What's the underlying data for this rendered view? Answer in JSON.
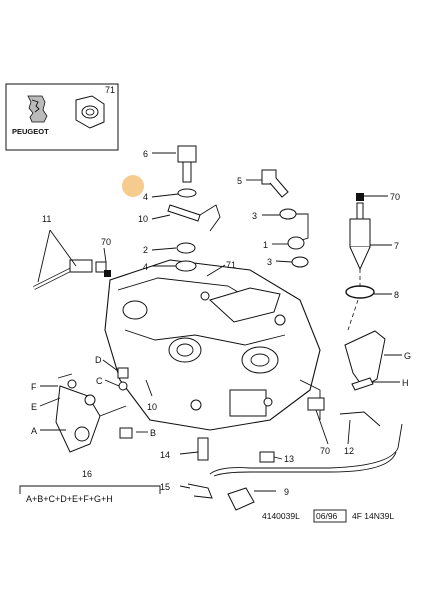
{
  "brand": {
    "name": "PEUGEOT"
  },
  "inset_label": "71",
  "callouts": [
    {
      "id": "c6",
      "text": "6"
    },
    {
      "id": "c4a",
      "text": "4"
    },
    {
      "id": "c10a",
      "text": "10"
    },
    {
      "id": "c2",
      "text": "2"
    },
    {
      "id": "c4b",
      "text": "4"
    },
    {
      "id": "c11",
      "text": "11"
    },
    {
      "id": "c70a",
      "text": "70"
    },
    {
      "id": "c71",
      "text": "71"
    },
    {
      "id": "c5",
      "text": "5"
    },
    {
      "id": "c3a",
      "text": "3"
    },
    {
      "id": "c1",
      "text": "1"
    },
    {
      "id": "c3b",
      "text": "3"
    },
    {
      "id": "c70b",
      "text": "70"
    },
    {
      "id": "c7",
      "text": "7"
    },
    {
      "id": "c8",
      "text": "8"
    },
    {
      "id": "cG",
      "text": "G"
    },
    {
      "id": "cH",
      "text": "H"
    },
    {
      "id": "cD",
      "text": "D"
    },
    {
      "id": "cC",
      "text": "C"
    },
    {
      "id": "cF",
      "text": "F"
    },
    {
      "id": "cE",
      "text": "E"
    },
    {
      "id": "cA",
      "text": "A"
    },
    {
      "id": "cB",
      "text": "B"
    },
    {
      "id": "c10b",
      "text": "10"
    },
    {
      "id": "c70c",
      "text": "70"
    },
    {
      "id": "c12",
      "text": "12"
    },
    {
      "id": "c14",
      "text": "14"
    },
    {
      "id": "c13",
      "text": "13"
    },
    {
      "id": "c15",
      "text": "15"
    },
    {
      "id": "c9",
      "text": "9"
    },
    {
      "id": "c16",
      "text": "16"
    }
  ],
  "kit_formula": "A+B+C+D+E+F+G+H",
  "footer": {
    "ref": "4140039L",
    "date": "06/96",
    "code": "4F 14N39L"
  },
  "colors": {
    "highlight": "#f5c27a",
    "line": "#111111"
  }
}
